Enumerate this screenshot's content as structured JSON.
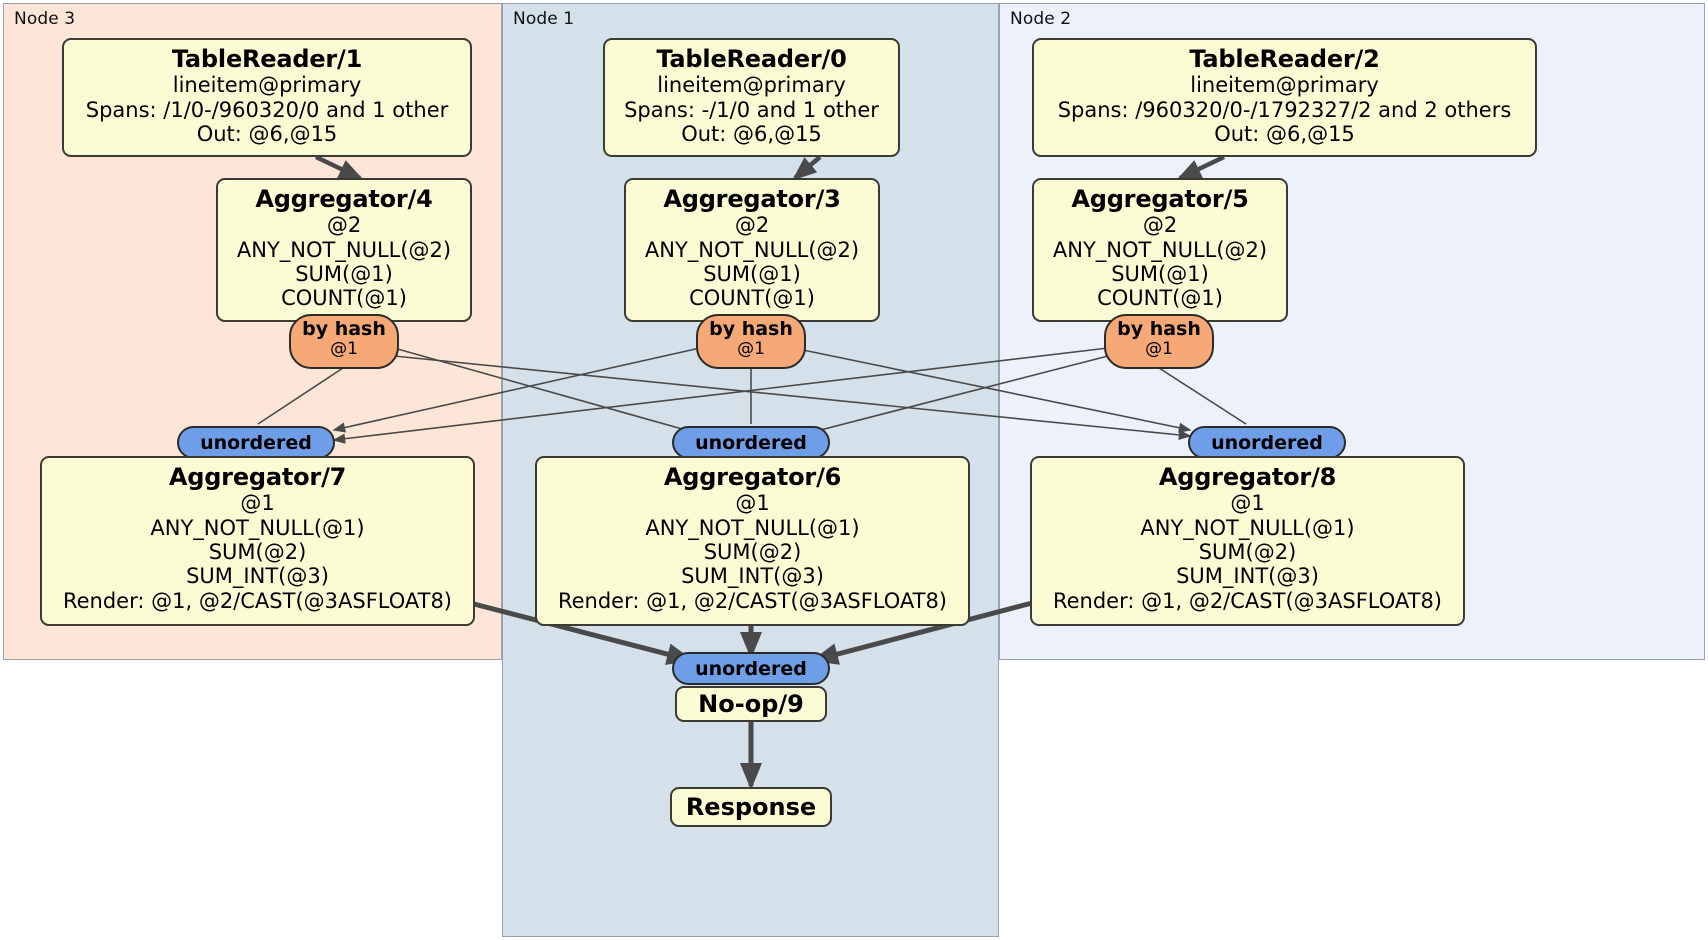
{
  "diagram": {
    "type": "distributed-query-plan",
    "colors": {
      "node3_panel": "#fde6d8",
      "node1_panel": "#d4e0ea",
      "node2_panel": "#edf1fc",
      "processor_fill": "#fbfbd4",
      "hash_router_fill": "#f6a977",
      "unordered_synchronizer_fill": "#6f9ee8",
      "edge_stroke": "#4a4a4a"
    },
    "nodes": [
      {
        "id": "node3",
        "label": "Node 3"
      },
      {
        "id": "node1",
        "label": "Node 1"
      },
      {
        "id": "node2",
        "label": "Node 2"
      }
    ],
    "processors": {
      "tablereader1": {
        "title": "TableReader/1",
        "lines": [
          "lineitem@primary",
          "Spans: /1/0-/960320/0 and 1 other",
          "Out: @6,@15"
        ]
      },
      "tablereader0": {
        "title": "TableReader/0",
        "lines": [
          "lineitem@primary",
          "Spans: -/1/0 and 1 other",
          "Out: @6,@15"
        ]
      },
      "tablereader2": {
        "title": "TableReader/2",
        "lines": [
          "lineitem@primary",
          "Spans: /960320/0-/1792327/2 and 2 others",
          "Out: @6,@15"
        ]
      },
      "aggregator4": {
        "title": "Aggregator/4",
        "lines": [
          "@2",
          "ANY_NOT_NULL(@2)",
          "SUM(@1)",
          "COUNT(@1)"
        ]
      },
      "aggregator3": {
        "title": "Aggregator/3",
        "lines": [
          "@2",
          "ANY_NOT_NULL(@2)",
          "SUM(@1)",
          "COUNT(@1)"
        ]
      },
      "aggregator5": {
        "title": "Aggregator/5",
        "lines": [
          "@2",
          "ANY_NOT_NULL(@2)",
          "SUM(@1)",
          "COUNT(@1)"
        ]
      },
      "aggregator7": {
        "title": "Aggregator/7",
        "lines": [
          "@1",
          "ANY_NOT_NULL(@1)",
          "SUM(@2)",
          "SUM_INT(@3)",
          "Render: @1, @2/CAST(@3ASFLOAT8)"
        ]
      },
      "aggregator6": {
        "title": "Aggregator/6",
        "lines": [
          "@1",
          "ANY_NOT_NULL(@1)",
          "SUM(@2)",
          "SUM_INT(@3)",
          "Render: @1, @2/CAST(@3ASFLOAT8)"
        ]
      },
      "aggregator8": {
        "title": "Aggregator/8",
        "lines": [
          "@1",
          "ANY_NOT_NULL(@1)",
          "SUM(@2)",
          "SUM_INT(@3)",
          "Render: @1, @2/CAST(@3ASFLOAT8)"
        ]
      },
      "noop9": {
        "title": "No-op/9"
      },
      "response": {
        "title": "Response"
      }
    },
    "routers": {
      "hash4": {
        "label": "by hash",
        "column": "@1"
      },
      "hash3": {
        "label": "by hash",
        "column": "@1"
      },
      "hash5": {
        "label": "by hash",
        "column": "@1"
      }
    },
    "synchronizers": {
      "sync7": {
        "label": "unordered"
      },
      "sync6": {
        "label": "unordered"
      },
      "sync8": {
        "label": "unordered"
      },
      "sync_final": {
        "label": "unordered"
      }
    }
  }
}
